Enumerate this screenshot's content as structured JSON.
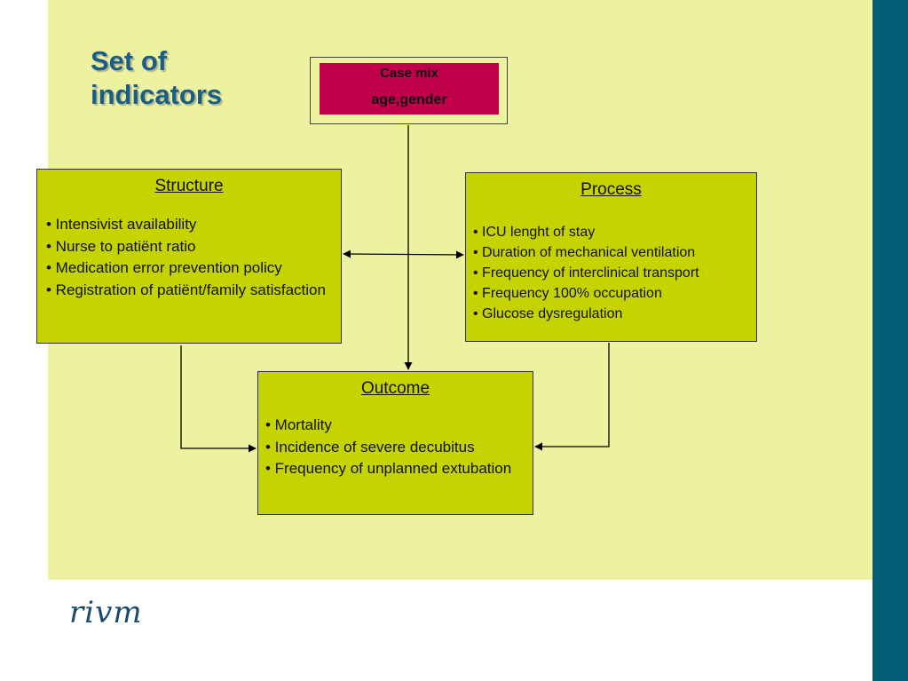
{
  "slide": {
    "title": "Set of indicators",
    "colors": {
      "background": "#ecf2a0",
      "box_fill": "#c5d300",
      "casemix_fill": "#c0004a",
      "title": "#1a5e87",
      "sidebar": "#005d73"
    }
  },
  "case_mix": {
    "title": "Case mix",
    "subtitle": "age,gender"
  },
  "structure": {
    "heading": "Structure",
    "items": [
      "• Intensivist availability",
      "• Nurse to patiënt ratio",
      "• Medication error prevention policy",
      "• Registration of patiënt/family satisfaction"
    ]
  },
  "process": {
    "heading": "Process",
    "items": [
      "• ICU lenght of stay",
      "• Duration of mechanical ventilation",
      "• Frequency of interclinical transport",
      "• Frequency 100% occupation",
      "• Glucose dysregulation"
    ]
  },
  "outcome": {
    "heading": "Outcome",
    "items": [
      "• Mortality",
      "• Incidence of severe decubitus",
      "• Frequency of unplanned extubation"
    ]
  },
  "logo": {
    "text": "rivm"
  }
}
